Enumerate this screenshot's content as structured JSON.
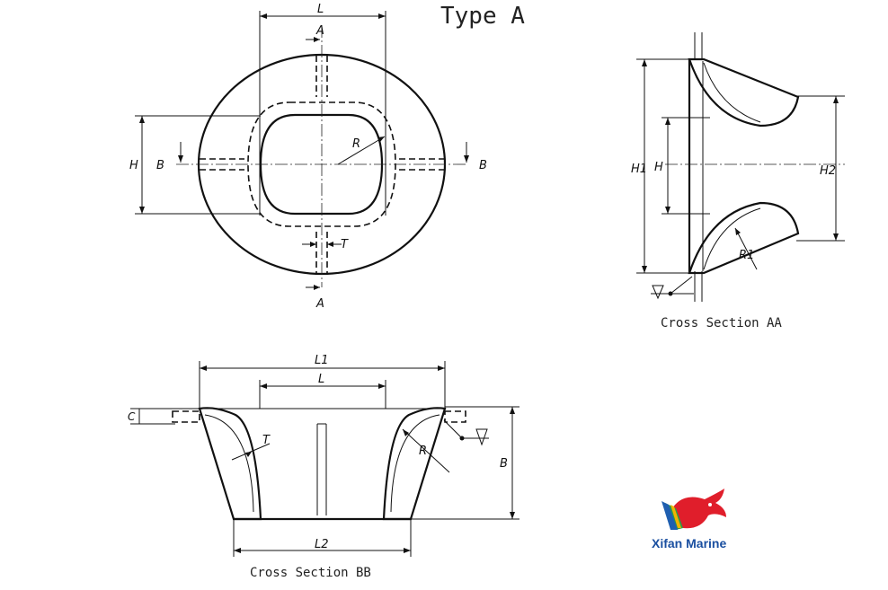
{
  "title": "Type A",
  "views": {
    "plan": {
      "labels": {
        "L": "L",
        "A_top": "A",
        "A_bottom": "A",
        "H": "H",
        "B_left": "B",
        "B_right": "B",
        "R": "R",
        "T": "T"
      }
    },
    "section_aa": {
      "caption": "Cross Section AA",
      "labels": {
        "H1": "H1",
        "H": "H",
        "H2": "H2",
        "R1": "R1"
      }
    },
    "section_bb": {
      "caption": "Cross Section BB",
      "labels": {
        "L1": "L1",
        "L": "L",
        "L2": "L2",
        "C": "C",
        "B": "B",
        "T": "T",
        "R": "R"
      }
    }
  },
  "brand": {
    "name": "Xifan Marine",
    "colors": {
      "text": "#1a4fa0",
      "red": "#e01e2b",
      "green": "#2e9a48",
      "blue": "#1f5fb0",
      "yellow": "#f2b300"
    }
  }
}
